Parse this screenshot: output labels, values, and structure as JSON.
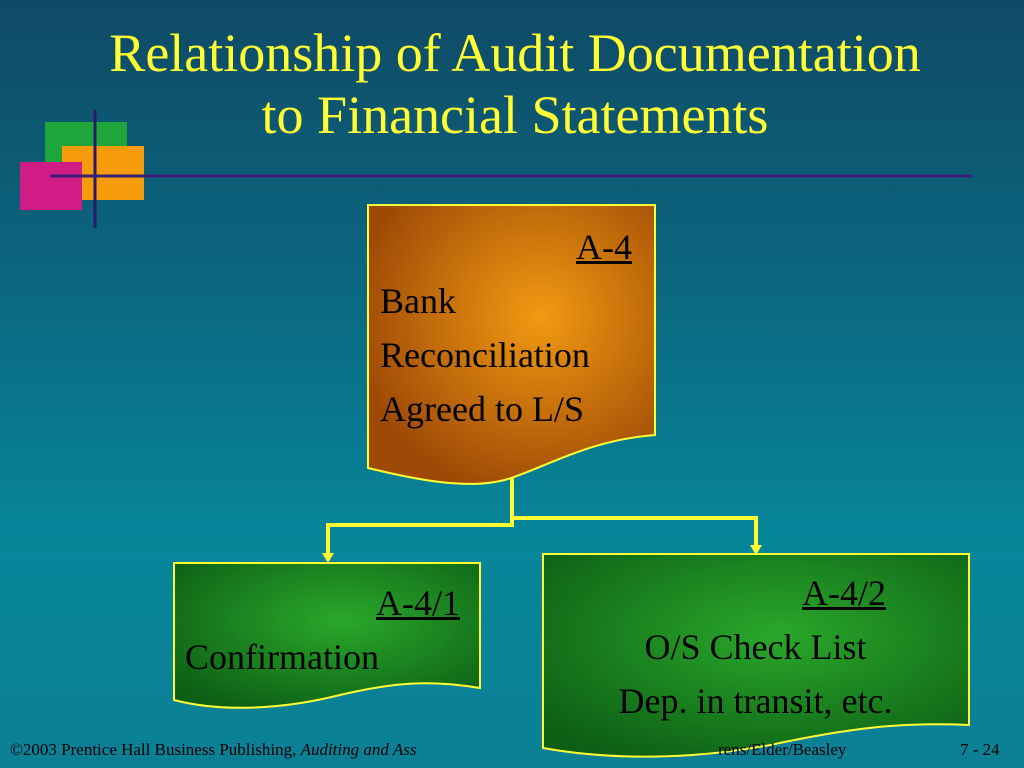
{
  "title": {
    "line1": "Relationship of Audit Documentation",
    "line2": "to Financial Statements"
  },
  "colors": {
    "title": "#ffff33",
    "connector": "#ffff33",
    "top_box": "#c46a08",
    "child_box": "#1a7f1a",
    "background": "#0b6a82"
  },
  "nodes": {
    "top": {
      "code": "A-4",
      "line1": "Bank",
      "line2": "Reconciliation",
      "line3": "Agreed to L/S"
    },
    "left": {
      "code": "A-4/1",
      "line1": "Confirmation"
    },
    "right": {
      "code": "A-4/2",
      "line1": "O/S Check List",
      "line2": "Dep. in transit, etc."
    }
  },
  "footer": {
    "left_text": "©2003 Prentice Hall Business Publishing, ",
    "left_italic": "Auditing and Ass",
    "right_text": "rens/Elder/Beasley",
    "page": "7 - 24"
  }
}
